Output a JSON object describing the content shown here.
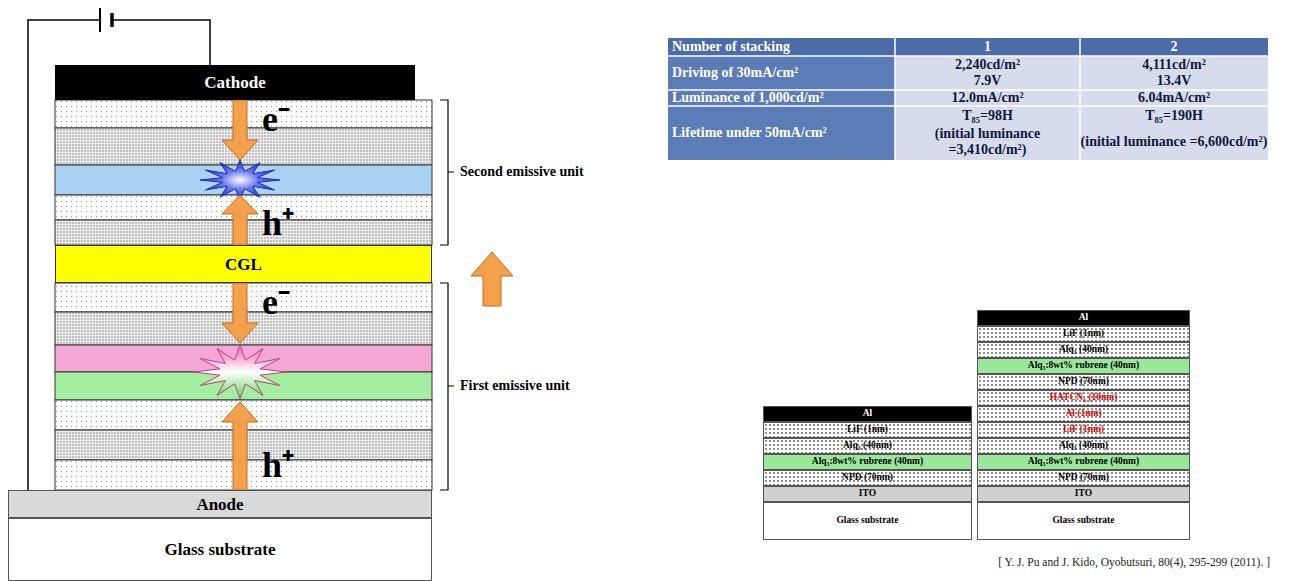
{
  "diagram": {
    "nodes": [
      {
        "text": [
          "Cathode"
        ]
      },
      {
        "text": [
          "CGL"
        ]
      },
      {
        "text": [
          "Anode"
        ]
      },
      {
        "text": [
          "Glass substrate"
        ]
      },
      {
        "text": [
          "Al"
        ]
      },
      {
        "text": [
          "LiF (1nm)"
        ]
      },
      {
        "text": [
          "Alq₃ (40nm)"
        ]
      },
      {
        "text": [
          "Alq₃:8wt% rubrene (40nm)"
        ]
      },
      {
        "text": [
          "NPD (70nm)"
        ]
      },
      {
        "text": [
          "ITO"
        ]
      },
      {
        "text": [
          "Glass substrate"
        ]
      },
      {
        "text": [
          "Al"
        ]
      },
      {
        "text": [
          "LiF (1nm)"
        ]
      },
      {
        "text": [
          "Alq₃ (40nm)"
        ]
      },
      {
        "text": [
          "Alq₃:8wt% rubrene (40nm)"
        ]
      },
      {
        "text": [
          "NPD (70nm)"
        ]
      },
      {
        "text": [
          "HATCN₆ (10nm)"
        ]
      },
      {
        "text": [
          "Al (1nm)"
        ]
      },
      {
        "text": [
          "LiF (1nm)"
        ]
      },
      {
        "text": [
          "Alq₃ (40nm)"
        ]
      },
      {
        "text": [
          "Alq₃:8wt% rubrene (40nm)"
        ]
      },
      {
        "text": [
          "NPD (70nm)"
        ]
      },
      {
        "text": [
          "ITO"
        ]
      },
      {
        "text": [
          "Glass substrate"
        ]
      }
    ],
    "labels": [
      "e⁻",
      "h⁺",
      "e⁻",
      "h⁺",
      "Second emissive unit",
      "First emissive unit",
      "Number of stacking",
      "1",
      "2",
      "Driving of 30mA/cm²",
      "2,240cd/m²",
      "7.9V",
      "4,111cd/m²",
      "13.4V",
      "Luminance of 1,000cd/m²",
      "12.0mA/cm²",
      "6.04mA/cm²",
      "Lifetime under 50mA/cm²",
      "T₈₅=98H",
      "(initial luminance =3,410cd/m²)",
      "T₈₅=190H",
      "(initial luminance =6,600cd/m²)",
      "[ Y. J. Pu and J. Kido, Oyobutsuri, 80(4), 295-299 (2011). ]"
    ]
  }
}
